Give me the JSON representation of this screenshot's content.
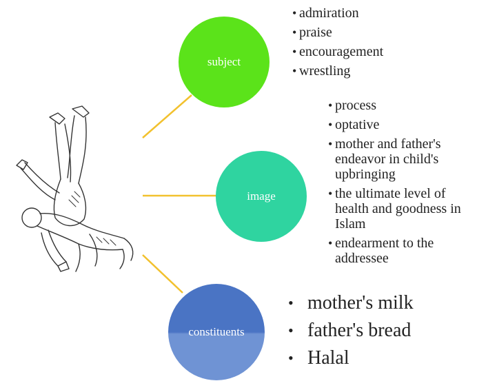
{
  "colors": {
    "subject": "#5be31a",
    "image": "#2fd4a0",
    "constituents": "#4a74c4",
    "connector": "#f2c12e"
  },
  "icons": {
    "illustration": "wrestlers-icon"
  },
  "nodes": {
    "subject": {
      "label": "subject",
      "items": [
        "admiration",
        "praise",
        "encouragement",
        "wrestling"
      ]
    },
    "image": {
      "label": "image",
      "items": [
        "process",
        "optative",
        "mother and father's endeavor in child's upbringing",
        "the ultimate level of health and goodness in Islam",
        "endearment to the addressee"
      ]
    },
    "constituents": {
      "label": "constituents",
      "items": [
        "mother's milk",
        "father's bread",
        "Halal"
      ]
    }
  }
}
